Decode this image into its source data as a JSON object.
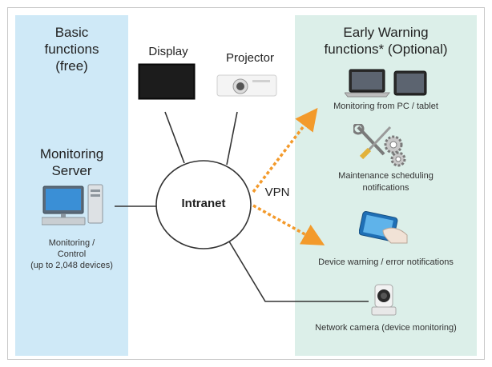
{
  "left_panel": {
    "title_line1": "Basic",
    "title_line2": "functions",
    "title_line3": "(free)",
    "server_line1": "Monitoring",
    "server_line2": "Server",
    "caption_line1": "Monitoring /",
    "caption_line2": "Control",
    "caption_line3": "(up to 2,048 devices)"
  },
  "top_devices": {
    "display_label": "Display",
    "projector_label": "Projector"
  },
  "hub": {
    "label": "Intranet"
  },
  "vpn_label": "VPN",
  "right_panel": {
    "title_line1": "Early Warning",
    "title_line2": "functions* (Optional)",
    "item1": "Monitoring from PC / tablet",
    "item2_line1": "Maintenance scheduling",
    "item2_line2": "notifications",
    "item3": "Device warning / error notifications",
    "item4": "Network camera (device monitoring)"
  },
  "colors": {
    "left_panel_bg": "#cfe9f7",
    "right_panel_bg": "#dcefe9",
    "arrow": "#f39a2b",
    "line": "#333333"
  }
}
